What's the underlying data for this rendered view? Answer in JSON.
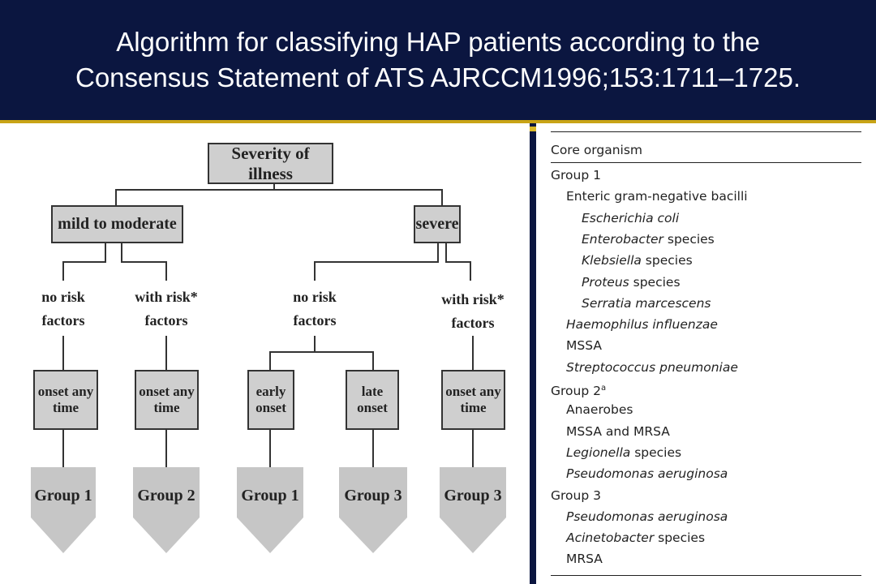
{
  "title": {
    "line1": "Algorithm for classifying HAP patients according to the",
    "line2": "Consensus Statement of ATS  AJRCCM1996;153:1711–1725."
  },
  "flowchart": {
    "root": "Severity of illness",
    "branches": {
      "mild": "mild to moderate",
      "severe": "severe"
    },
    "risk_labels": {
      "mild_no_risk": {
        "line1": "no risk",
        "line2": "factors"
      },
      "mild_with_risk": {
        "line1": "with risk*",
        "line2": "factors"
      },
      "severe_no_risk": {
        "line1": "no risk",
        "line2": "factors"
      },
      "severe_with_risk": {
        "line1": "with risk*",
        "line2": "factors"
      }
    },
    "onset_boxes": [
      {
        "line1": "onset any",
        "line2": "time"
      },
      {
        "line1": "onset any",
        "line2": "time"
      },
      {
        "line1": "early",
        "line2": "onset"
      },
      {
        "line1": "late",
        "line2": "onset"
      },
      {
        "line1": "onset any",
        "line2": "time"
      }
    ],
    "groups": [
      "Group 1",
      "Group 2",
      "Group 1",
      "Group 3",
      "Group 3"
    ]
  },
  "organism_table": {
    "header": "Core organism",
    "rows": [
      {
        "indent": 0,
        "parts": [
          {
            "t": "Group 1",
            "i": false
          }
        ]
      },
      {
        "indent": 1,
        "parts": [
          {
            "t": "Enteric gram-negative bacilli",
            "i": false
          }
        ]
      },
      {
        "indent": 2,
        "parts": [
          {
            "t": "Escherichia coli",
            "i": true
          }
        ]
      },
      {
        "indent": 2,
        "parts": [
          {
            "t": "Enterobacter",
            "i": true
          },
          {
            "t": " species",
            "i": false
          }
        ]
      },
      {
        "indent": 2,
        "parts": [
          {
            "t": "Klebsiella",
            "i": true
          },
          {
            "t": " species",
            "i": false
          }
        ]
      },
      {
        "indent": 2,
        "parts": [
          {
            "t": "Proteus",
            "i": true
          },
          {
            "t": " species",
            "i": false
          }
        ]
      },
      {
        "indent": 2,
        "parts": [
          {
            "t": "Serratia marcescens",
            "i": true
          }
        ]
      },
      {
        "indent": 1,
        "parts": [
          {
            "t": "Haemophilus influenzae",
            "i": true
          }
        ]
      },
      {
        "indent": 1,
        "parts": [
          {
            "t": "MSSA",
            "i": false
          }
        ]
      },
      {
        "indent": 1,
        "parts": [
          {
            "t": "Streptococcus pneumoniae",
            "i": true
          }
        ]
      },
      {
        "indent": 0,
        "parts": [
          {
            "t": "Group 2",
            "i": false
          },
          {
            "t": "a",
            "i": false,
            "sup": true
          }
        ]
      },
      {
        "indent": 1,
        "parts": [
          {
            "t": "Anaerobes",
            "i": false
          }
        ]
      },
      {
        "indent": 1,
        "parts": [
          {
            "t": "MSSA and MRSA",
            "i": false
          }
        ]
      },
      {
        "indent": 1,
        "parts": [
          {
            "t": "Legionella",
            "i": true
          },
          {
            "t": " species",
            "i": false
          }
        ]
      },
      {
        "indent": 1,
        "parts": [
          {
            "t": "Pseudomonas aeruginosa",
            "i": true
          }
        ]
      },
      {
        "indent": 0,
        "parts": [
          {
            "t": "Group 3",
            "i": false
          }
        ]
      },
      {
        "indent": 1,
        "parts": [
          {
            "t": "Pseudomonas aeruginosa",
            "i": true
          }
        ]
      },
      {
        "indent": 1,
        "parts": [
          {
            "t": "Acinetobacter",
            "i": true
          },
          {
            "t": " species",
            "i": false
          }
        ]
      },
      {
        "indent": 1,
        "parts": [
          {
            "t": "MRSA",
            "i": false
          }
        ]
      }
    ]
  },
  "colors": {
    "title_background": "#0b1640",
    "title_text": "#ffffff",
    "accent_rule": "#c9a416",
    "box_fill": "#cfcfcf",
    "arrow_fill": "#c6c6c6"
  }
}
